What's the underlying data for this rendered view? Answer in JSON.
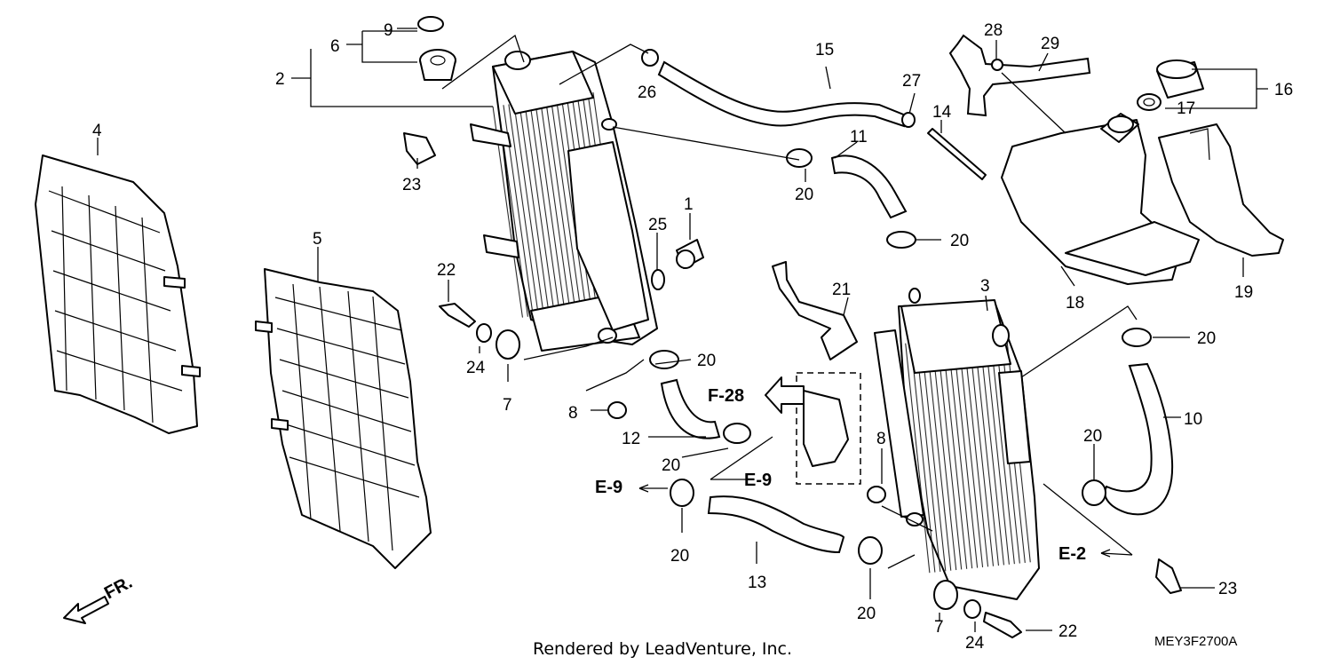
{
  "callouts": {
    "n1": "1",
    "n2": "2",
    "n3": "3",
    "n4": "4",
    "n5": "5",
    "n6": "6",
    "n7a": "7",
    "n7b": "7",
    "n8a": "8",
    "n8b": "8",
    "n9": "9",
    "n10": "10",
    "n11": "11",
    "n12": "12",
    "n13": "13",
    "n14": "14",
    "n15": "15",
    "n16": "16",
    "n17": "17",
    "n18": "18",
    "n19": "19",
    "n20a": "20",
    "n20b": "20",
    "n20c": "20",
    "n20d": "20",
    "n20e": "20",
    "n20f": "20",
    "n20g": "20",
    "n20h": "20",
    "n21": "21",
    "n22a": "22",
    "n22b": "22",
    "n23a": "23",
    "n23b": "23",
    "n24a": "24",
    "n24b": "24",
    "n25": "25",
    "n26": "26",
    "n27": "27",
    "n28": "28",
    "n29": "29"
  },
  "references": {
    "f28": "F-28",
    "e9_left": "E-9",
    "e9_right": "E-9",
    "e2": "E-2"
  },
  "front_marker": "FR.",
  "diagram_code": "MEY3F2700A",
  "footer": "Rendered by LeadVenture, Inc."
}
